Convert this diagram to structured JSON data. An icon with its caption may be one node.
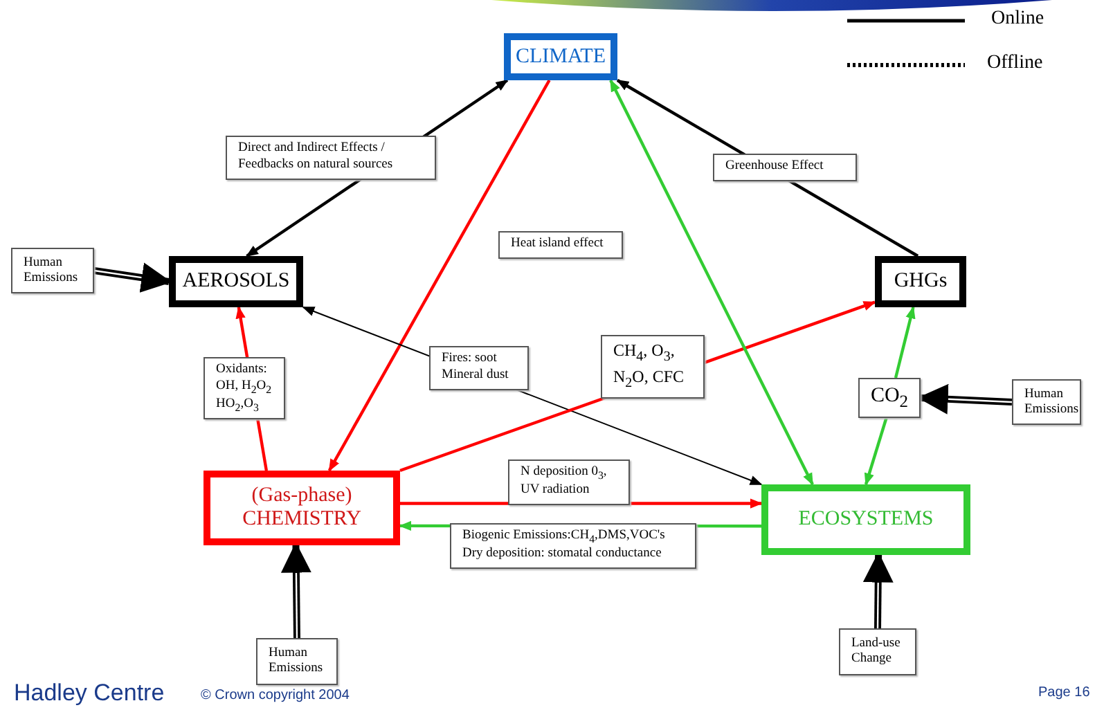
{
  "diagram": {
    "nodes": [
      {
        "text": [
          "CLIMATE"
        ]
      },
      {
        "text": [
          "AEROSOLS"
        ]
      },
      {
        "text": [
          "GHGs"
        ]
      },
      {
        "text": [
          "(Gas-phase)",
          "CHEMISTRY"
        ]
      },
      {
        "text": [
          "ECOSYSTEMS"
        ]
      },
      {
        "text": [
          "Human Emissions"
        ]
      },
      {
        "text": [
          "CO$_{2}$"
        ]
      },
      {
        "text": [
          "Human Emissions"
        ]
      },
      {
        "text": [
          "Human Emissions"
        ]
      },
      {
        "text": [
          "Land-use Change"
        ]
      }
    ],
    "edges": [
      {
        "from": 1,
        "to": 0,
        "arrow": "both",
        "label": "Direct and Indirect Effects / Feedbacks on natural sources"
      },
      {
        "from": 2,
        "to": 0,
        "arrow": "to",
        "label": "Greenhouse Effect"
      },
      {
        "from": 0,
        "to": 3,
        "arrow": "to",
        "label": "Heat island effect",
        "color": "#ff0000"
      },
      {
        "from": 3,
        "to": 1,
        "arrow": "to",
        "label": "Oxidants: OH, H$_{2}$O$_{2}$ HO$_{2}$,O$_{3}$",
        "color": "#ff0000"
      },
      {
        "from": 1,
        "to": 4,
        "arrow": "both",
        "label": "Fires: soot Mineral dust"
      },
      {
        "from": 3,
        "to": 2,
        "arrow": "to",
        "label": "CH$_{4}$, O$_{3}$, N$_{2}$O, CFC",
        "color": "#ff0000"
      },
      {
        "from": 4,
        "to": 0,
        "arrow": "both",
        "color": "#33cc33"
      },
      {
        "from": 6,
        "to": 2,
        "arrow": "to",
        "color": "#33cc33"
      },
      {
        "from": 6,
        "to": 4,
        "arrow": "to",
        "color": "#33cc33"
      },
      {
        "from": 3,
        "to": 4,
        "arrow": "to",
        "label": "N deposition 0$_{3}$, UV radiation",
        "color": "#ff0000"
      },
      {
        "from": 4,
        "to": 3,
        "arrow": "to",
        "label": "Biogenic Emissions:CH$_{4}$,DMS,VOC's Dry deposition: stomatal conductance",
        "color": "#33cc33"
      },
      {
        "from": 5,
        "to": 1,
        "arrow": "to",
        "style": "thick"
      },
      {
        "from": 7,
        "to": 6,
        "arrow": "to",
        "style": "thick"
      },
      {
        "from": 8,
        "to": 3,
        "arrow": "to",
        "style": "thick"
      },
      {
        "from": 9,
        "to": 4,
        "arrow": "to",
        "style": "thick"
      }
    ],
    "labels": [
      "Hadley Centre",
      "© Crown copyright 2004",
      "Page 16"
    ],
    "legend": [
      {
        "text": "Online"
      },
      {
        "text": "Offline"
      }
    ]
  }
}
